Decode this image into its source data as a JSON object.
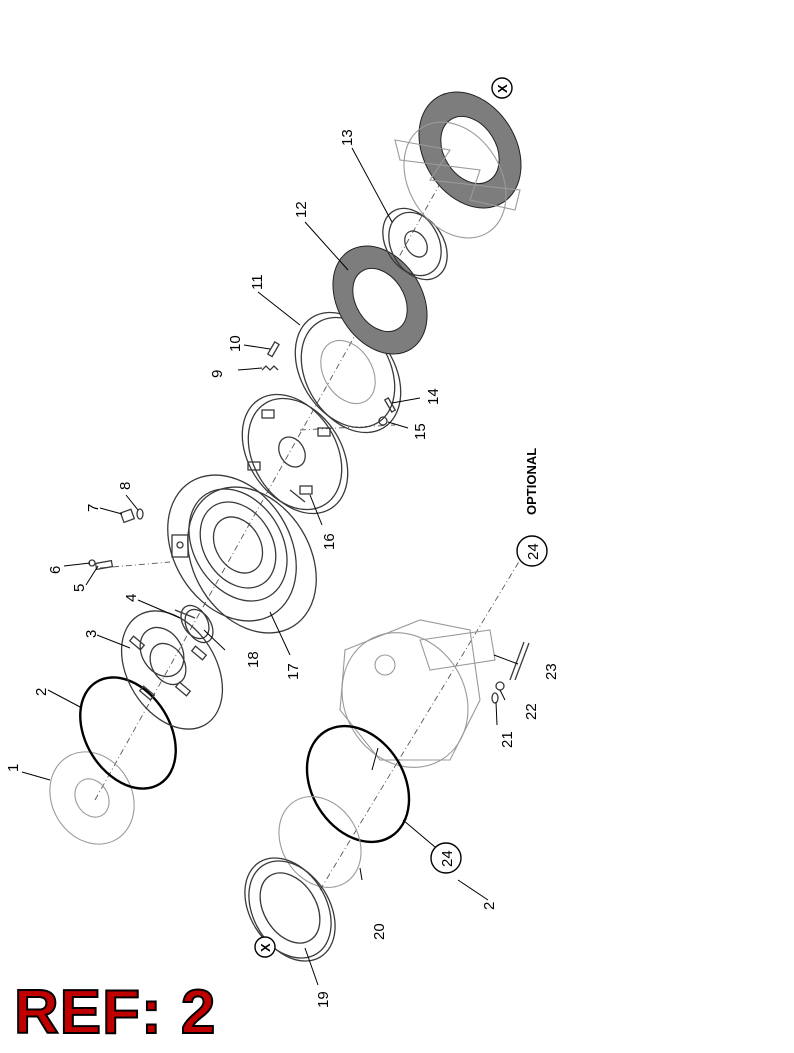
{
  "diagram": {
    "callouts": {
      "c1": "1",
      "c2": "2",
      "c3": "3",
      "c4": "4",
      "c5": "5",
      "c6": "6",
      "c7": "7",
      "c8": "8",
      "c9": "9",
      "c10": "10",
      "c11": "11",
      "c12": "12",
      "c13": "13",
      "c14": "14",
      "c15": "15",
      "c16": "16",
      "c17": "17",
      "c18": "18",
      "c19": "19",
      "c20": "20",
      "c21": "21",
      "c22": "22",
      "c23": "23",
      "c24a": "24",
      "c2b": "2",
      "c24b": "24"
    },
    "optional_label": "OPTIONAL",
    "x_marker": "X"
  },
  "ref": {
    "label": "REF: 2"
  },
  "colors": {
    "ref_text": "#c00000",
    "ink": "#000000"
  }
}
